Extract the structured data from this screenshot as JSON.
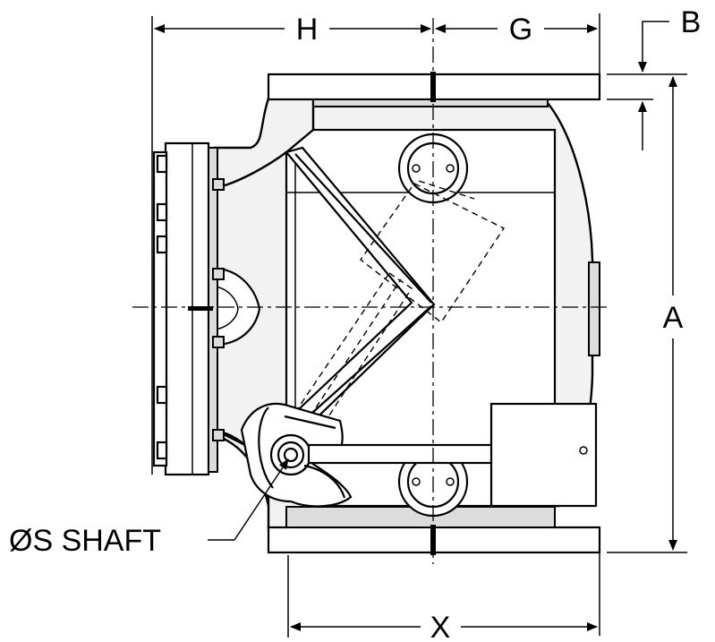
{
  "dimensions": {
    "h": "H",
    "g": "G",
    "b": "B",
    "a": "A",
    "x": "X"
  },
  "callouts": {
    "shaft": "ØS SHAFT"
  }
}
